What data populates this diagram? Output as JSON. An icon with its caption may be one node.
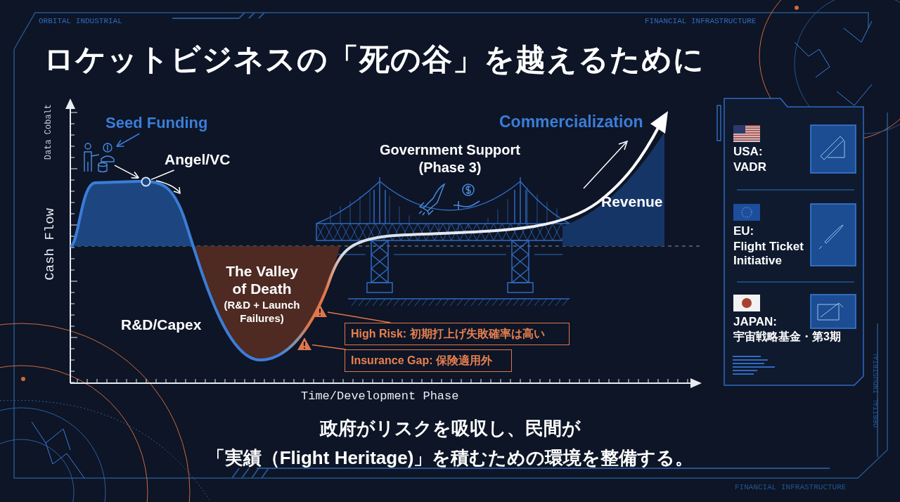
{
  "diagram": {
    "title": "ロケットビジネスの「死の谷」を越えるために",
    "caption": "政府がリスクを吸収し、民間が「実績（Flight Heritage)」を積むための環境を整備する。",
    "nodes": [
      {
        "text": [
          "Seed Funding"
        ]
      },
      {
        "text": [],
        "shape": "picture"
      },
      {
        "text": [
          "Angel/VC"
        ]
      },
      {
        "text": [],
        "shape": "circle"
      },
      {
        "text": [
          "High Risk: 初期打上げ失敗確率は高い"
        ]
      },
      {
        "text": [],
        "shape": "triangle"
      },
      {
        "text": [
          "Insurance Gap: 保険適用外"
        ]
      },
      {
        "text": [],
        "shape": "triangle"
      }
    ],
    "edges": [
      {
        "from": 0,
        "to": 1,
        "arrow": "to",
        "color": "#3b7dd8"
      },
      {
        "from": 1,
        "to": 3,
        "arrow": "to"
      },
      {
        "from": 2,
        "to": 3,
        "arrow": "none"
      },
      {
        "from": 4,
        "to": 5,
        "arrow": "none",
        "color": "#e0764a"
      },
      {
        "from": 6,
        "to": 7,
        "arrow": "none",
        "color": "#e0764a"
      }
    ],
    "labels": [
      "ORBITAL INDUSTRIAL",
      "FINANCIAL INFRASTRUCTURE",
      "Data Cobalt",
      "Cash Flow",
      "Commercialization",
      "Government Support (Phase 3)",
      "Revenue",
      "The Valley of Death",
      "(R&D + Launch Failures)",
      "R&D/Capex",
      "Time/Development Phase",
      "USA:",
      "VADR",
      "EU:",
      "Flight Ticket Initiative",
      "JAPAN:",
      "宇宙戦略基金・第3期",
      "ORBITAL INDUSTRIAL",
      "FINANCIAL INFRASTRUCTURE"
    ]
  }
}
